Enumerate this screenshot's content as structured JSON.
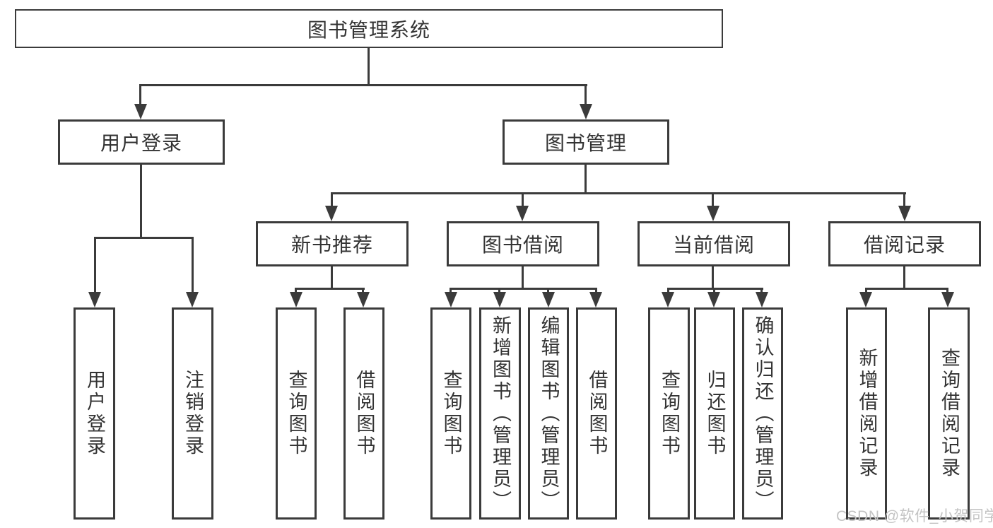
{
  "diagram": {
    "title": "图书管理系统",
    "level2": {
      "user_login": "用户登录",
      "book_mgmt": "图书管理"
    },
    "level3": {
      "new_book": "新书推荐",
      "book_borrow": "图书借阅",
      "current_borrow": "当前借阅",
      "borrow_record": "借阅记录"
    },
    "leaves": {
      "user_login_1": "用户登录",
      "user_login_2": "注销登录",
      "new_book_1": "查询图书",
      "new_book_2": "借阅图书",
      "book_borrow_1": "查询图书",
      "book_borrow_2": "新增图书（管理员）",
      "book_borrow_3": "编辑图书（管理员）",
      "book_borrow_4": "借阅图书",
      "current_borrow_1": "查询图书",
      "current_borrow_2": "归还图书",
      "current_borrow_3": "确认归还（管理员）",
      "borrow_record_1": "新增借阅记录",
      "borrow_record_2": "查询借阅记录"
    },
    "watermark": "CSDN @软件_小贺同学",
    "colors": {
      "line": "#3b3b3b",
      "text": "#333333",
      "watermark": "#c4c4c4",
      "background": "#ffffff"
    }
  }
}
